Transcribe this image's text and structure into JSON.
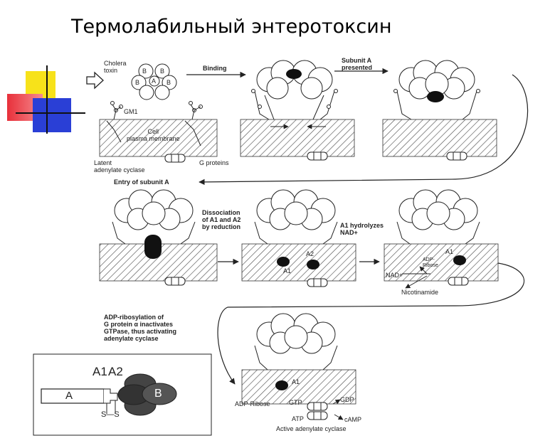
{
  "title": "Термолабильный энтеротоксин",
  "colors": {
    "yellow": "#f7e21a",
    "red": "#e8303a",
    "blue": "#2a3fd6",
    "hatch": "#555555"
  },
  "panel1": {
    "toxin": "Cholera\ntoxin",
    "gm1": "GM1",
    "membrane": "Cell\nplasma membrane",
    "latent": "Latent\nadenylate cyclase",
    "gproteins": "G proteins",
    "subB": "B",
    "subA": "A"
  },
  "steps": {
    "binding": "Binding",
    "subunitA": "Subunit A\npresented",
    "entry": "Entry of subunit A",
    "dissociation": "Dissociation\nof A1 and A2\nby reduction",
    "hydrolyzes": "A1 hydrolyzes\nNAD+",
    "adp_rib": "ADP-ribosylation of\nG protein α inactivates\nGTPase, thus activating\nadenylate cyclase"
  },
  "panel5": {
    "a2": "A2",
    "a1": "A1"
  },
  "panel6": {
    "a1": "A1",
    "adp_ribose": "ADP-\nRibose",
    "nad": "NAD+",
    "nicotinamide": "Nicotinamide"
  },
  "panel7": {
    "a1": "A1",
    "adp_ribose": "ADP-Ribose",
    "gtp": "GTP",
    "gdp": "GDP",
    "atp": "ATP",
    "camp": "cAMP",
    "active": "Active adenylate cyclase"
  },
  "inset": {
    "a1": "A1",
    "a2": "A2",
    "a": "A",
    "b": "B",
    "ss": "S—S"
  }
}
